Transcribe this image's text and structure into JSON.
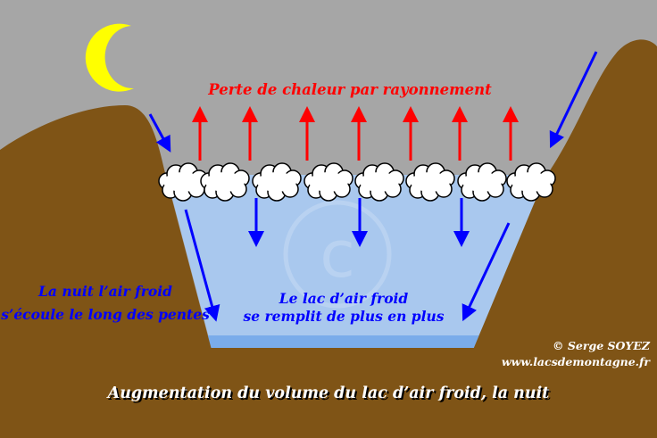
{
  "labels": {
    "radiation": "Perte de chaleur par rayonnement",
    "slope_line1": "La nuit l’air froid",
    "slope_line2": "s’écoule le long des pentes",
    "lake_line1": "Le lac d’air froid",
    "lake_line2": "se remplit de plus en plus",
    "credit_line1": "© Serge SOYEZ",
    "credit_line2": "www.lacsdemontagne.fr",
    "caption": "Augmentation du volume du lac d’air froid, la nuit"
  },
  "colors": {
    "sky": "#a6a6a6",
    "mountain": "#7f5416",
    "lake": "#a9c8ee",
    "lake_floor": "#7aacea",
    "radiation_arrow": "#ff0000",
    "cold_air_arrow": "#0000ff",
    "moon": "#ffff00",
    "fog": "#ffffff"
  },
  "icons": [
    "moon-icon",
    "fog-cloud-icon",
    "copyright-watermark-icon"
  ]
}
